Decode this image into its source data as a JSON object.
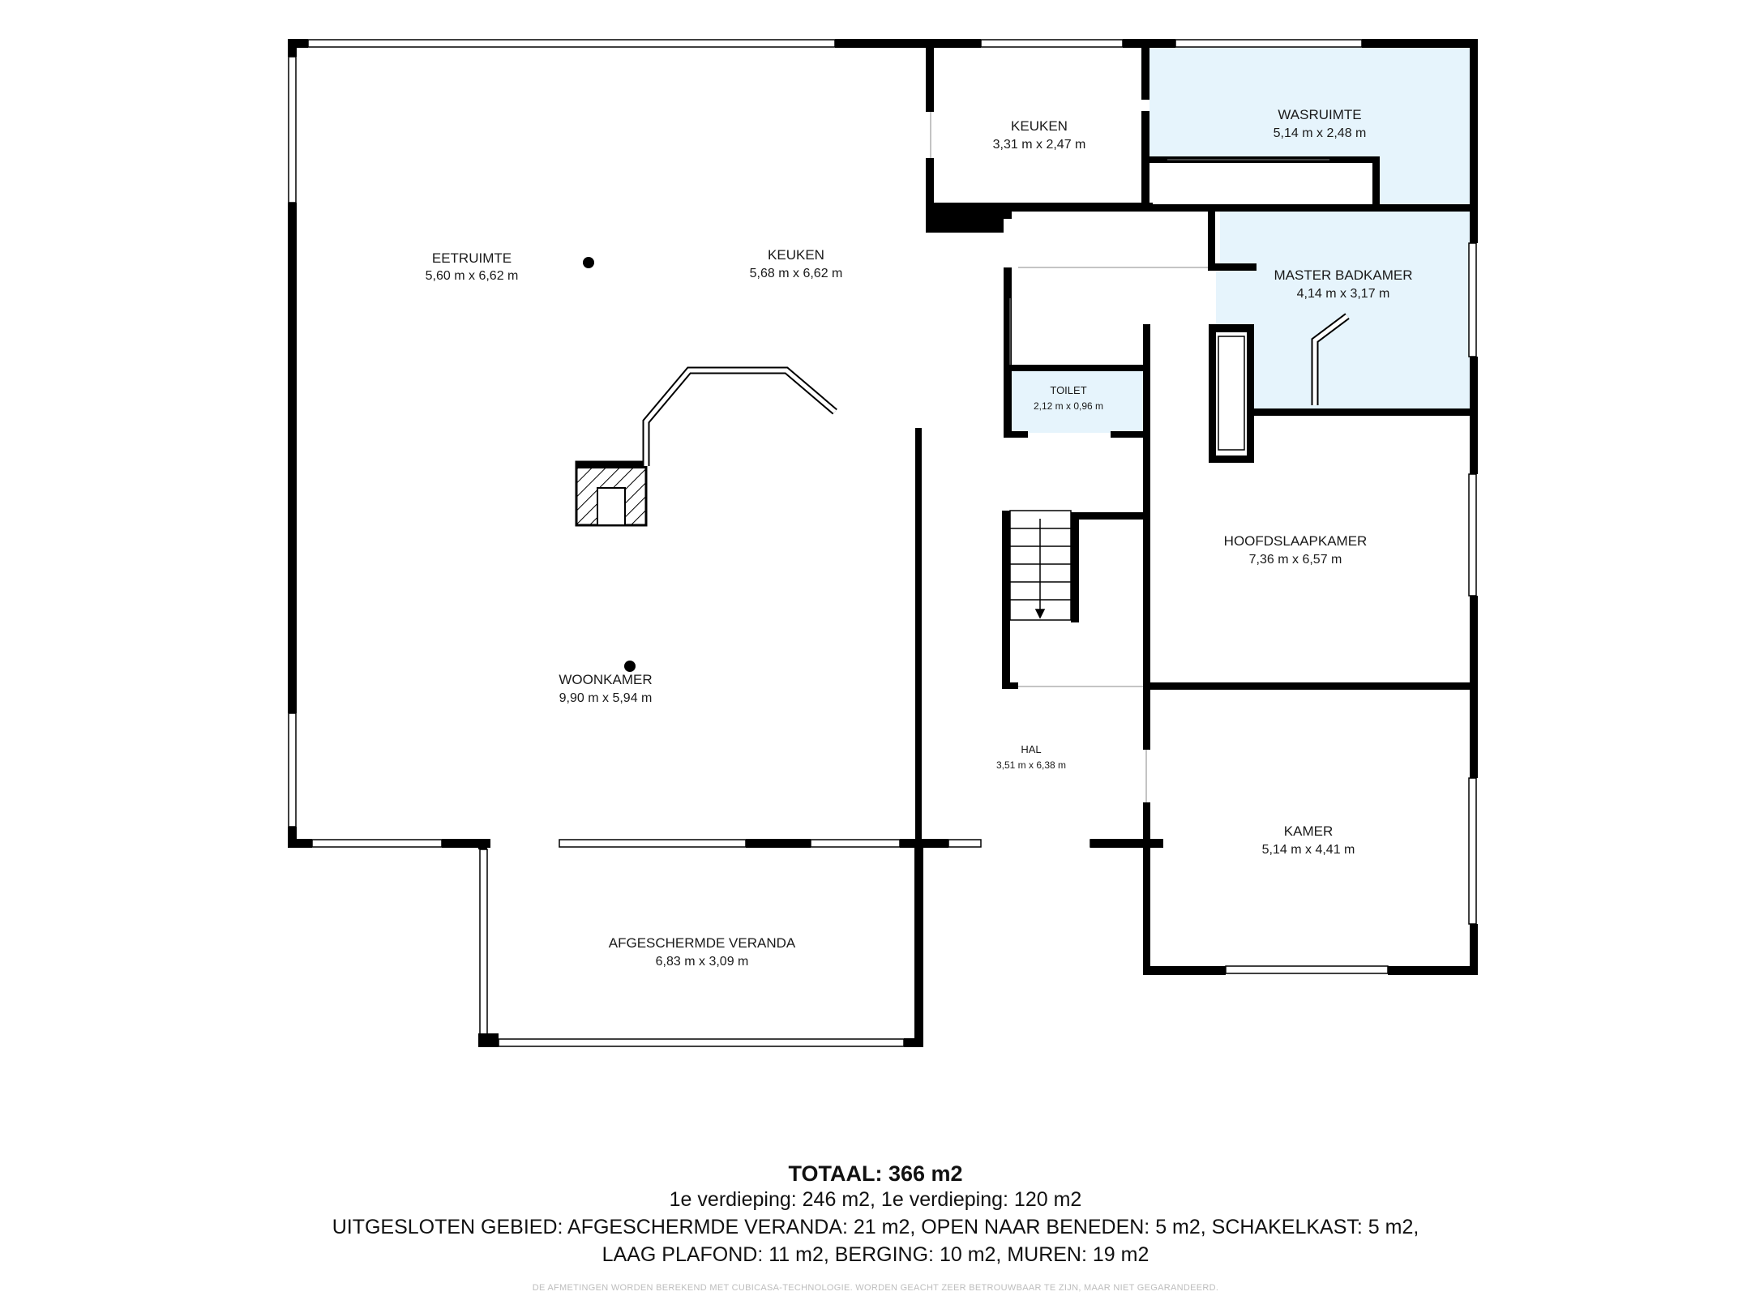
{
  "colors": {
    "wall": "#000000",
    "wet_room_fill": "#e6f4fc",
    "background": "#ffffff",
    "disclaimer": "#bdbdbd"
  },
  "rooms": {
    "eetruimte": {
      "name": "EETRUIMTE",
      "dims": "5,60 m x 6,62 m"
    },
    "keuken_main": {
      "name": "KEUKEN",
      "dims": "5,68 m x 6,62 m"
    },
    "keuken_small": {
      "name": "KEUKEN",
      "dims": "3,31 m x 2,47 m"
    },
    "wasruimte": {
      "name": "WASRUIMTE",
      "dims": "5,14 m x 2,48 m"
    },
    "master_badkamer": {
      "name": "MASTER BADKAMER",
      "dims": "4,14 m x 3,17 m"
    },
    "toilet": {
      "name": "TOILET",
      "dims": "2,12 m x 0,96 m"
    },
    "hoofdslaapkamer": {
      "name": "HOOFDSLAAPKAMER",
      "dims": "7,36 m x 6,57 m"
    },
    "woonkamer": {
      "name": "WOONKAMER",
      "dims": "9,90 m x 5,94 m"
    },
    "hal": {
      "name": "HAL",
      "dims": "3,51 m x 6,38 m"
    },
    "kamer": {
      "name": "KAMER",
      "dims": "5,14 m x 4,41 m"
    },
    "veranda": {
      "name": "AFGESCHERMDE VERANDA",
      "dims": "6,83 m x 3,09 m"
    }
  },
  "footer": {
    "total": "TOTAAL: 366 m2",
    "floors": "1e verdieping: 246 m2, 1e verdieping: 120 m2",
    "excluded_line1": "UITGESLOTEN GEBIED: AFGESCHERMDE VERANDA: 21 m2, OPEN NAAR BENEDEN: 5 m2, SCHAKELKAST: 5 m2,",
    "excluded_line2": "LAAG PLAFOND: 11 m2, BERGING: 10 m2, MUREN: 19 m2",
    "disclaimer": "DE AFMETINGEN WORDEN BEREKEND MET CUBICASA-TECHNOLOGIE. WORDEN GEACHT ZEER BETROUWBAAR TE ZIJN, MAAR NIET GEGARANDEERD."
  }
}
